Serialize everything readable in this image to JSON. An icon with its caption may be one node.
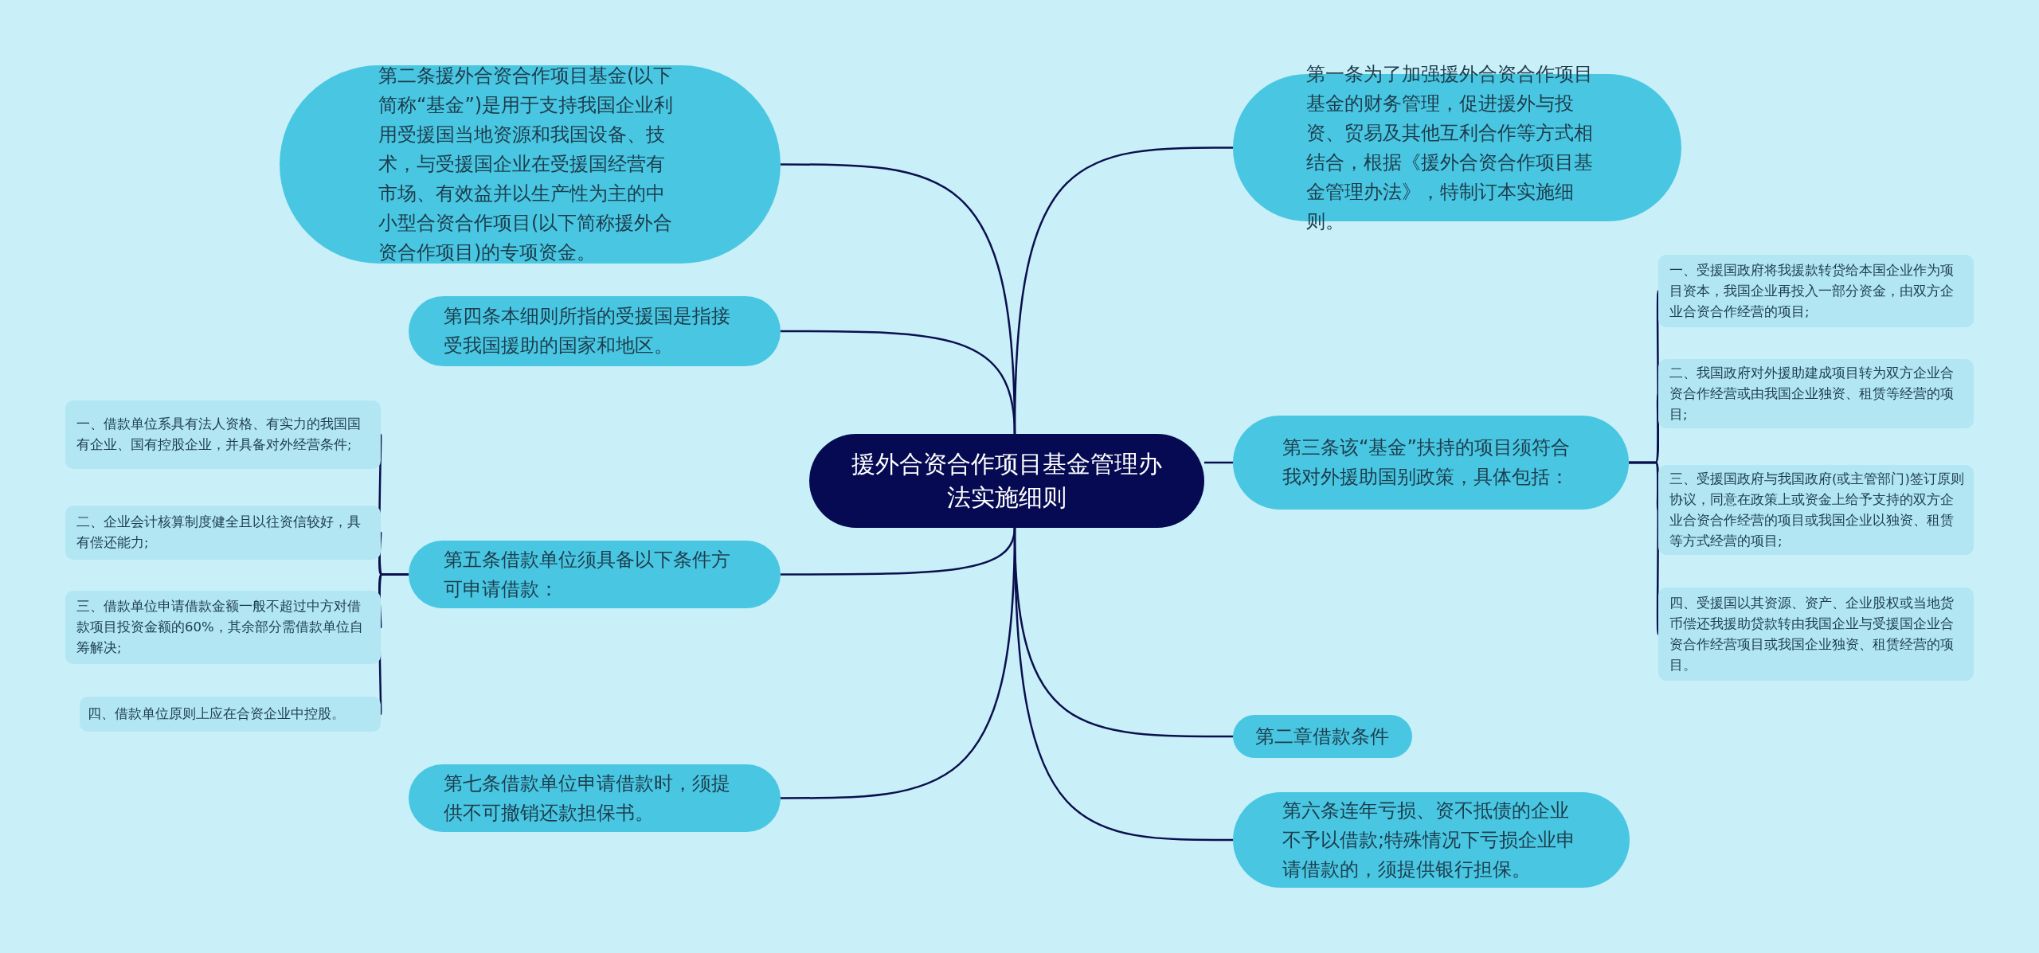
{
  "diagram": {
    "nodes": [
      {
        "text": [
          "援外合资合作项目基金管理办法实施细则"
        ]
      },
      {
        "text": [
          "第二条援外合资合作项目基金(以下简称“基金”)是用于支持我国企业利用受援国当地资源和我国设备、技术，与受援国企业在受援国经营有市场、有效益并以生产性为主的中小型合资合作项目(以下简称援外合资合作项目)的专项资金。"
        ]
      },
      {
        "text": [
          "第四条本细则所指的受援国是指接受我国援助的国家和地区。"
        ]
      },
      {
        "text": [
          "第五条借款单位须具备以下条件方可申请借款："
        ]
      },
      {
        "text": [
          "一、借款单位系具有法人资格、有实力的我国国有企业、国有控股企业，并具备对外经营条件;"
        ]
      },
      {
        "text": [
          "二、企业会计核算制度健全且以往资信较好，具有偿还能力;"
        ]
      },
      {
        "text": [
          "三、借款单位申请借款金额一般不超过中方对借款项目投资金额的60%，其余部分需借款单位自筹解决;"
        ]
      },
      {
        "text": [
          "四、借款单位原则上应在合资企业中控股。"
        ]
      },
      {
        "text": [
          "第七条借款单位申请借款时，须提供不可撤销还款担保书。"
        ]
      },
      {
        "text": [
          "第一条为了加强援外合资合作项目基金的财务管理，促进援外与投资、贸易及其他互利合作等方式相结合，根据《援外合资合作项目基金管理办法》，特制订本实施细则。"
        ]
      },
      {
        "text": [
          "第三条该“基金”扶持的项目须符合我对外援助国别政策，具体包括："
        ]
      },
      {
        "text": [
          "一、受援国政府将我援款转贷给本国企业作为项目资本，我国企业再投入一部分资金，由双方企业合资合作经营的项目;"
        ]
      },
      {
        "text": [
          "二、我国政府对外援助建成项目转为双方企业合资合作经营或由我国企业独资、租赁等经营的项目;"
        ]
      },
      {
        "text": [
          "三、受援国政府与我国政府(或主管部门)签订原则协议，同意在政策上或资金上给予支持的双方企业合资合作经营的项目或我国企业以独资、租赁等方式经营的项目;"
        ]
      },
      {
        "text": [
          "四、受援国以其资源、资产、企业股权或当地货币偿还我援助贷款转由我国企业与受援国企业合资合作经营项目或我国企业独资、租赁经营的项目。"
        ]
      },
      {
        "text": [
          "第二章借款条件"
        ]
      },
      {
        "text": [
          "第六条连年亏损、资不抵债的企业不予以借款;特殊情况下亏损企业申请借款的，须提供银行担保。"
        ]
      }
    ],
    "edges": [
      {
        "from": 0,
        "to": 1,
        "arrow": "none"
      },
      {
        "from": 0,
        "to": 2,
        "arrow": "none"
      },
      {
        "from": 0,
        "to": 3,
        "arrow": "none"
      },
      {
        "from": 3,
        "to": 4,
        "arrow": "none"
      },
      {
        "from": 3,
        "to": 5,
        "arrow": "none"
      },
      {
        "from": 3,
        "to": 6,
        "arrow": "none"
      },
      {
        "from": 3,
        "to": 7,
        "arrow": "none"
      },
      {
        "from": 0,
        "to": 8,
        "arrow": "none"
      },
      {
        "from": 0,
        "to": 9,
        "arrow": "none"
      },
      {
        "from": 0,
        "to": 10,
        "arrow": "none"
      },
      {
        "from": 10,
        "to": 11,
        "arrow": "none"
      },
      {
        "from": 10,
        "to": 12,
        "arrow": "none"
      },
      {
        "from": 10,
        "to": 13,
        "arrow": "none"
      },
      {
        "from": 10,
        "to": 14,
        "arrow": "none"
      },
      {
        "from": 0,
        "to": 15,
        "arrow": "none"
      },
      {
        "from": 0,
        "to": 16,
        "arrow": "none"
      }
    ]
  }
}
